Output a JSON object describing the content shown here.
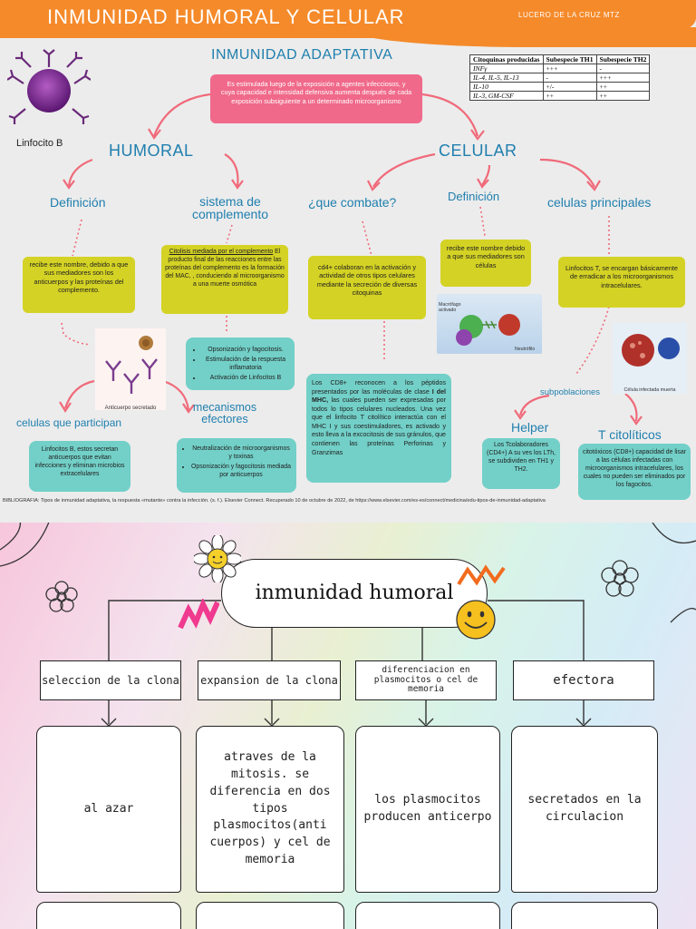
{
  "header": {
    "title": "INMUNIDAD HUMORAL Y CELULAR",
    "author": "LUCERO DE LA CRUZ MTZ"
  },
  "top": {
    "title": "INMUNIDAD ADAPTATIVA",
    "intro": "Es estimulada luego de la exposición a agentes infecciosos, y cuya capacidad e intensidad defensiva aumenta después de cada exposición subsiguiente a un determinado microorganismo",
    "lymphocyte_label": "Linfocito B",
    "cytokine_table": {
      "headers": [
        "Citoquinas producidas",
        "Subespecie TH1",
        "Subespecie TH2"
      ],
      "rows": [
        [
          "INFγ",
          "+++",
          "-"
        ],
        [
          "IL-4, IL-5, IL-13",
          "-",
          "+++"
        ],
        [
          "IL-10",
          "+/-",
          "++"
        ],
        [
          "IL-3, GM-CSF",
          "++",
          "++"
        ]
      ]
    }
  },
  "humoral": {
    "heading": "HUMORAL",
    "definition_heading": "Definición",
    "definition_text": "recibe este nombre, debido a que sus mediadores son los anticuerpos y las proteínas del complemento.",
    "complement_heading": "sistema de complemento",
    "complement_underlined": "Citolisis mediada por el complemento",
    "complement_text": " El producto final de las reacciones entre las proteínas del complemento es la formación del MAC, , conduciendo al microorganismo a una muerte osmótica",
    "complement_list": [
      "Opsonización y fagocitosis.",
      "Estimulación de la respuesta inflamatoria",
      "Activación de Linfocitos B"
    ],
    "antibody_caption": "Anticuerpo secretado",
    "participants_heading": "celulas que participan",
    "participants_text": "Linfocitos B, estos secretan anticuerpos que evitan infecciones y eliminan microbios extracelulares",
    "mechanisms_heading": "mecanismos efectores",
    "mechanisms_list": [
      "Neutralización de microorganismos y toxinas",
      "Opsonización y fagocitosis mediada por anticuerpos"
    ]
  },
  "celular": {
    "heading": "CELULAR",
    "combat_heading": "¿que combate?",
    "combat_text": "cd4+ colaboran en la activación y actividad de otros tipos celulares mediante la secreción de diversas citoquinas",
    "cd8_text_before": "Los CD8+ reconocen a los péptidos presentados por las moléculas de clase ",
    "cd8_bold": "I del MHC,",
    "cd8_text_after": " las cuales pueden ser expresadas por todos lo tipos celulares nucleados. Una vez que el linfocito T citolítico interactúa con el MHC I y sus coestimuladores, es activado y esto lleva a la excocitosis de sus gránulos, que contienen las proteínas Perforinas y Granzimas",
    "definition_heading": "Definición",
    "definition_text": "recibe este nombre debido a que sus mediadores son células",
    "macrophage_label": "Macrófago activado",
    "neutrophil_label": "Neutrófilo",
    "main_cells_heading": "celulas principales",
    "main_cells_text": "Linfocitos T, se encargan básicamente de erradicar a los microorganismos intracelulares.",
    "dead_cell_caption": "Célula infectada muerta",
    "subpopulations_label": "subpoblaciones",
    "helper_heading": "Helper",
    "helper_text": "Los Tcolaboradores (CD4+) A su ves los LTh, se subdividen en TH1 y TH2.",
    "cytolytic_heading": "T citolíticos",
    "cytolytic_text": "citotóxicos (CD8+) capacidad de lisar a las células infectadas con microorganismos intracelulares, los cuales no pueden ser eliminados por los fagocitos."
  },
  "bibliography": "BIBLIOGRAFIA: Tipos de inmunidad adaptativa, la respuesta «mutante» contra la infección. (s. f.). Elsevier Connect. Recuperado 10 de octubre de 2022, de https://www.elsevier.com/es-es/connect/medicina/edu-tipos-de-inmunidad-adaptativa",
  "flow": {
    "title": "inmunidad humoral",
    "stages": [
      "seleccion de la clona",
      "expansion de la clona",
      "diferenciacion en plasmocitos o cel de memoria",
      "efectora"
    ],
    "details": [
      "al azar",
      "atraves de la mitosis. se diferencia en dos tipos plasmocitos(anti cuerpos) y cel de memoria",
      "los plasmocitos producen anticerpo",
      "secretados en la circulacion"
    ]
  },
  "colors": {
    "orange": "#f58a2a",
    "teal": "#1f7fae",
    "yellow": "#d4d224",
    "cyan": "#72d0c8",
    "pink": "#f0698a"
  }
}
